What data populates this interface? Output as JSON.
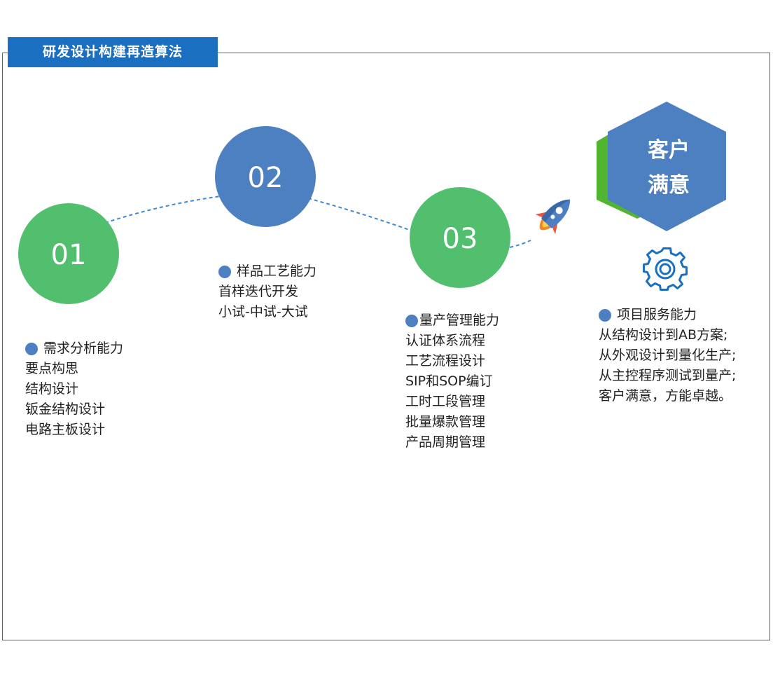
{
  "title": "研发设计构建再造算法",
  "steps": [
    {
      "num": "01",
      "color": "#52bf6e"
    },
    {
      "num": "02",
      "color": "#4d80c0"
    },
    {
      "num": "03",
      "color": "#52bf6e"
    }
  ],
  "goal": {
    "line1": "客户",
    "line2": "满意",
    "hex_color": "#4d80c0",
    "shadow_color": "#52b530"
  },
  "blocks": {
    "b01": {
      "head": "需求分析能力",
      "items": [
        "要点构思",
        "结构设计",
        "钣金结构设计",
        "电路主板设计"
      ]
    },
    "b02": {
      "head": "样品工艺能力",
      "items": [
        "首样迭代开发",
        "小试-中试-大试"
      ]
    },
    "b03": {
      "head": "量产管理能力",
      "items": [
        "认证体系流程",
        "工艺流程设计",
        "SIP和SOP编订",
        "工时工段管理",
        "批量爆款管理",
        "产品周期管理"
      ]
    },
    "b04": {
      "head": "项目服务能力",
      "items": [
        "从结构设计到AB方案;",
        "从外观设计到量化生产;",
        "从主控程序测试到量产;",
        "客户满意，方能卓越。"
      ]
    }
  },
  "icons": [
    "rocket-icon",
    "gear-icon"
  ],
  "colors": {
    "primary": "#1a6fc0",
    "green": "#52bf6e",
    "blue": "#4d80c0"
  }
}
